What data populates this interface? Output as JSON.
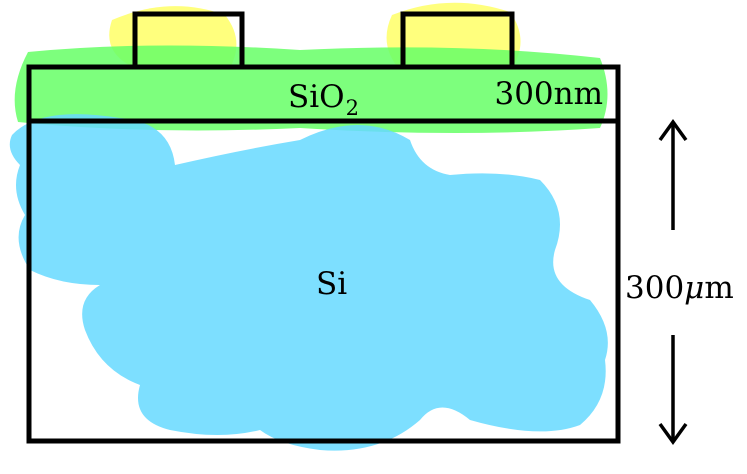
{
  "diagram": {
    "layers": {
      "contacts": {
        "color": "#ffff66"
      },
      "oxide": {
        "label_base": "SiO",
        "label_sub": "2",
        "thickness_label": "300nm",
        "color": "#66ff66"
      },
      "substrate": {
        "label": "Si",
        "thickness_label": "300",
        "thickness_unit_mu": "μ",
        "thickness_unit_m": "m",
        "color": "#66d9ff"
      }
    },
    "outline_color": "#000000",
    "dimension_arrow": {
      "direction": "vertical-both-ends"
    }
  }
}
